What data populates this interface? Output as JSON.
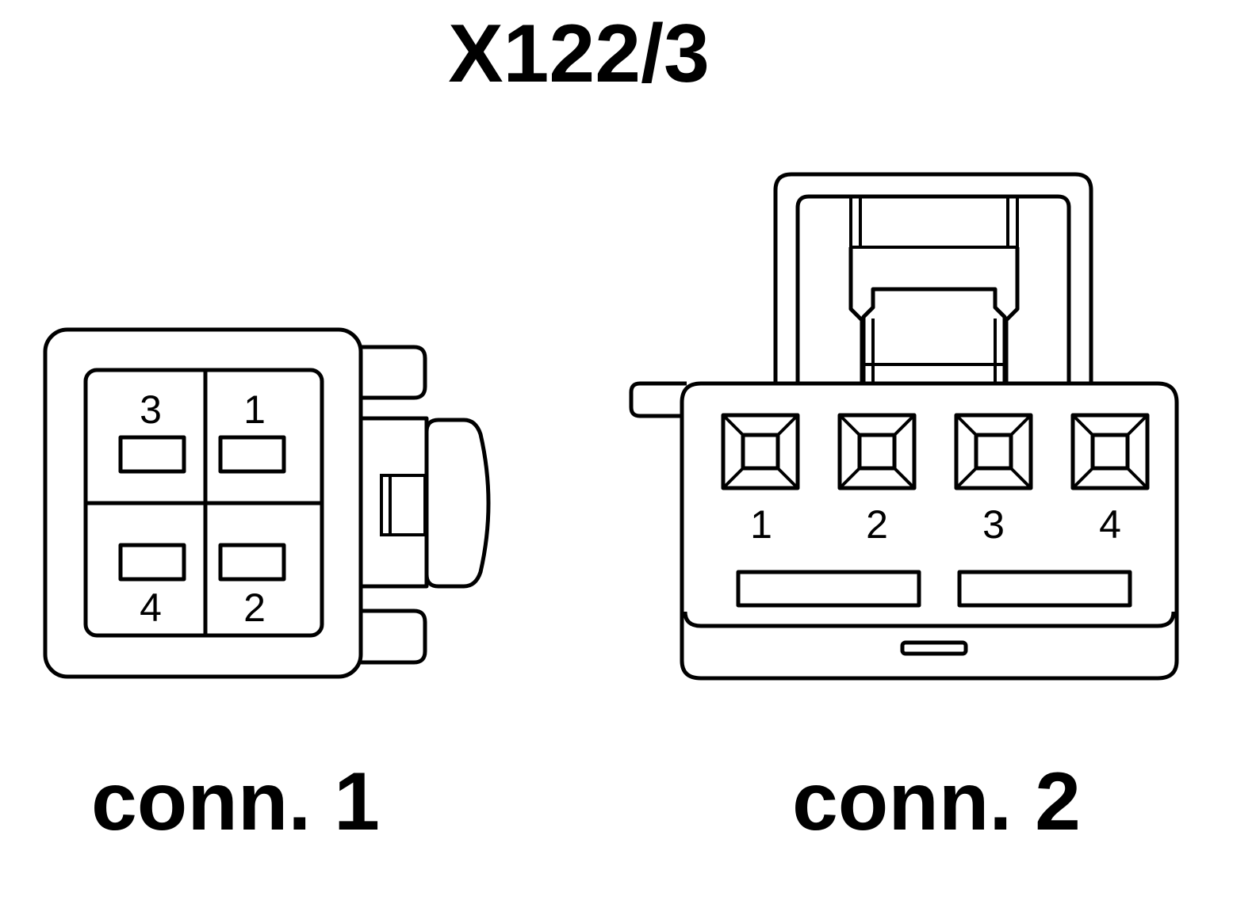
{
  "title": "X122/3",
  "connectors": [
    {
      "label": "conn. 1",
      "pins": [
        "3",
        "1",
        "4",
        "2"
      ]
    },
    {
      "label": "conn. 2",
      "pins": [
        "1",
        "2",
        "3",
        "4"
      ]
    }
  ]
}
